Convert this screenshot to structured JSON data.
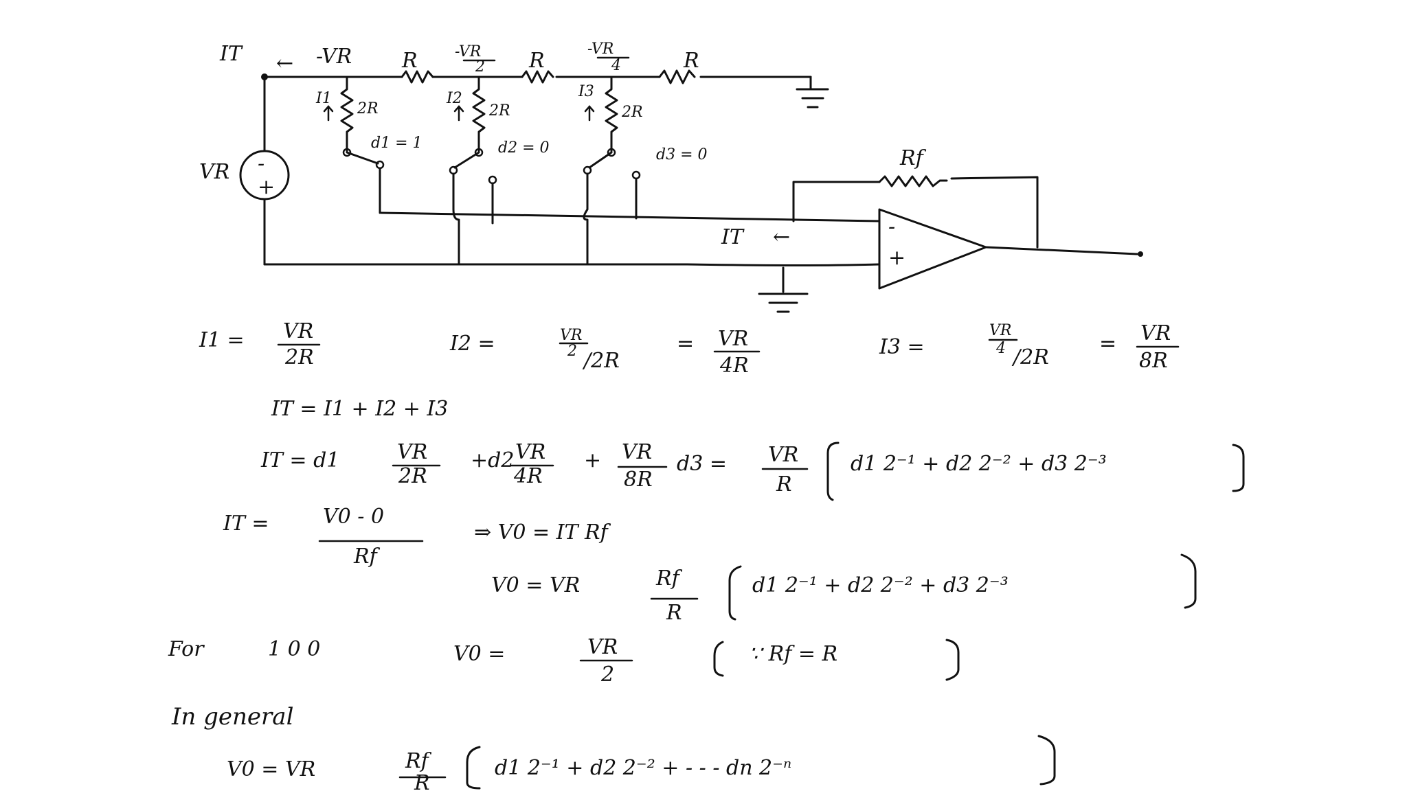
{
  "circuit": {
    "it_top": "IT",
    "arrow_left": "←",
    "node1": "-VR",
    "node2_num": "-VR",
    "node2_den": "2",
    "node3_num": "-VR",
    "node3_den": "4",
    "series_r": "R",
    "shunt_r": "2R",
    "i1": "I1",
    "i2": "I2",
    "i3": "I3",
    "d1": "d1 = 1",
    "d2": "d2 = 0",
    "d3": "d3 = 0",
    "source": "VR",
    "minus": "-",
    "plus": "+",
    "rf": "Rf",
    "it_mid": "IT",
    "opamp_minus": "-",
    "opamp_plus": "+"
  },
  "equations": {
    "i1_lhs": "I1 =",
    "i1_num": "VR",
    "i1_den": "2R",
    "i2_lhs": "I2 =",
    "i2_num": "VR",
    "i2_num_den": "2",
    "i2_slash": "/2R",
    "i2_eq": "=",
    "i2_rnum": "VR",
    "i2_rden": "4R",
    "i3_lhs": "I3 =",
    "i3_num": "VR",
    "i3_num_den": "4",
    "i3_slash": "/2R",
    "i3_eq": "=",
    "i3_rnum": "VR",
    "i3_rden": "8R",
    "sum": "IT  =  I1 + I2 + I3",
    "it_expand_lhs": "IT  = d1",
    "it_t1_num": "VR",
    "it_t1_den": "2R",
    "it_t2_pre": "+d2",
    "it_t2_num": "VR",
    "it_t2_den": "4R",
    "it_t3_pre": "+",
    "it_t3_num": "VR",
    "it_t3_den": "8R",
    "it_t3_post": "d3 =",
    "it_f_num": "VR",
    "it_f_den": "R",
    "bracket1": "d1 2⁻¹ + d2  2⁻² + d3 2⁻³",
    "it_vo_lhs": "IT =",
    "it_vo_num": "V0 - 0",
    "it_vo_den": "Rf",
    "implies": "⇒  V0  =  IT Rf",
    "vo_lhs": "V0  =  VR",
    "vo_num": "Rf",
    "vo_den": "R",
    "bracket2": "d1 2⁻¹ + d2  2⁻² + d3 2⁻³",
    "for_label": "For",
    "for_code": "1 0 0",
    "for_vo": "V0  =",
    "for_num": "VR",
    "for_den": "2",
    "since": "∵  Rf  = R",
    "general": "In  general",
    "gen_lhs": "V0  =  VR",
    "gen_num": "Rf",
    "gen_den": "R",
    "bracket3": "d1 2⁻¹ + d2  2⁻² + - - -   dn 2⁻ⁿ"
  }
}
